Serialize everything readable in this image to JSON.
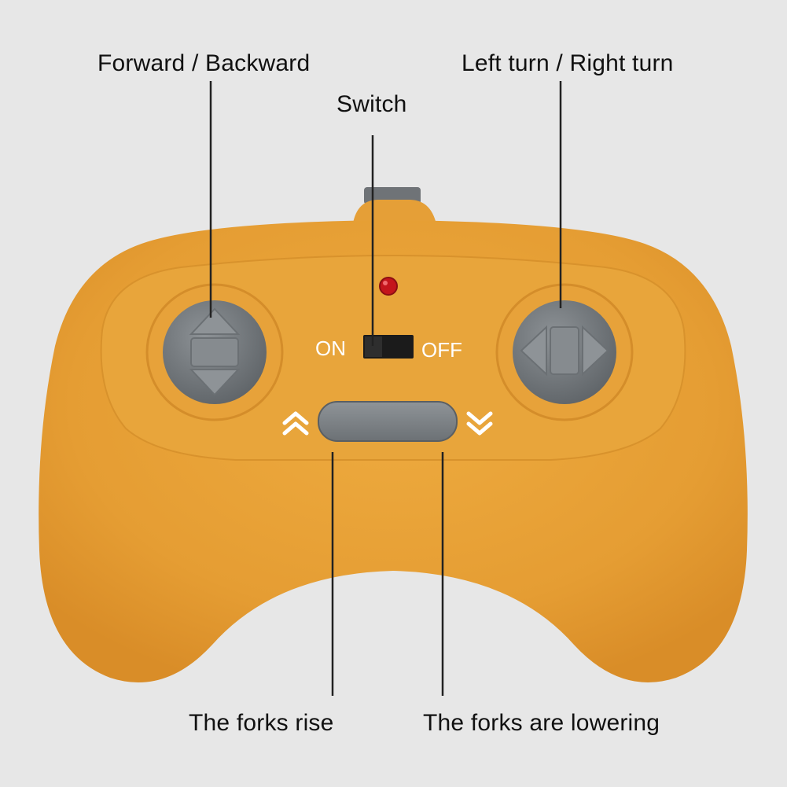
{
  "labels": {
    "forward_backward": "Forward / Backward",
    "switch": "Switch",
    "left_right_turn": "Left turn / Right turn",
    "forks_rise": "The forks rise",
    "forks_lowering": "The forks are lowering"
  },
  "panel": {
    "on": "ON",
    "off": "OFF"
  },
  "icons": {
    "left_stick": "up-down-arrows-icon",
    "right_stick": "left-right-arrows-icon",
    "raise": "double-chevron-up-icon",
    "lower": "double-chevron-down-icon",
    "led": "power-led-icon"
  },
  "colors": {
    "background": "#e7e7e7",
    "body": "#e9a032",
    "button": "#7c8185",
    "led": "#c4151c"
  }
}
